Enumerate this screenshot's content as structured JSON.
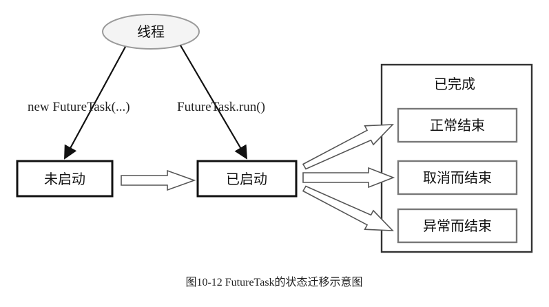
{
  "diagram": {
    "thread_node": "线程",
    "edge_new": "new FutureTask(...)",
    "edge_run": "FutureTask.run()",
    "state_not_started": "未启动",
    "state_started": "已启动",
    "completed_group": {
      "title": "已完成",
      "states": [
        "正常结束",
        "取消而结束",
        "异常而结束"
      ]
    }
  },
  "caption": "图10-12  FutureTask的状态迁移示意图"
}
